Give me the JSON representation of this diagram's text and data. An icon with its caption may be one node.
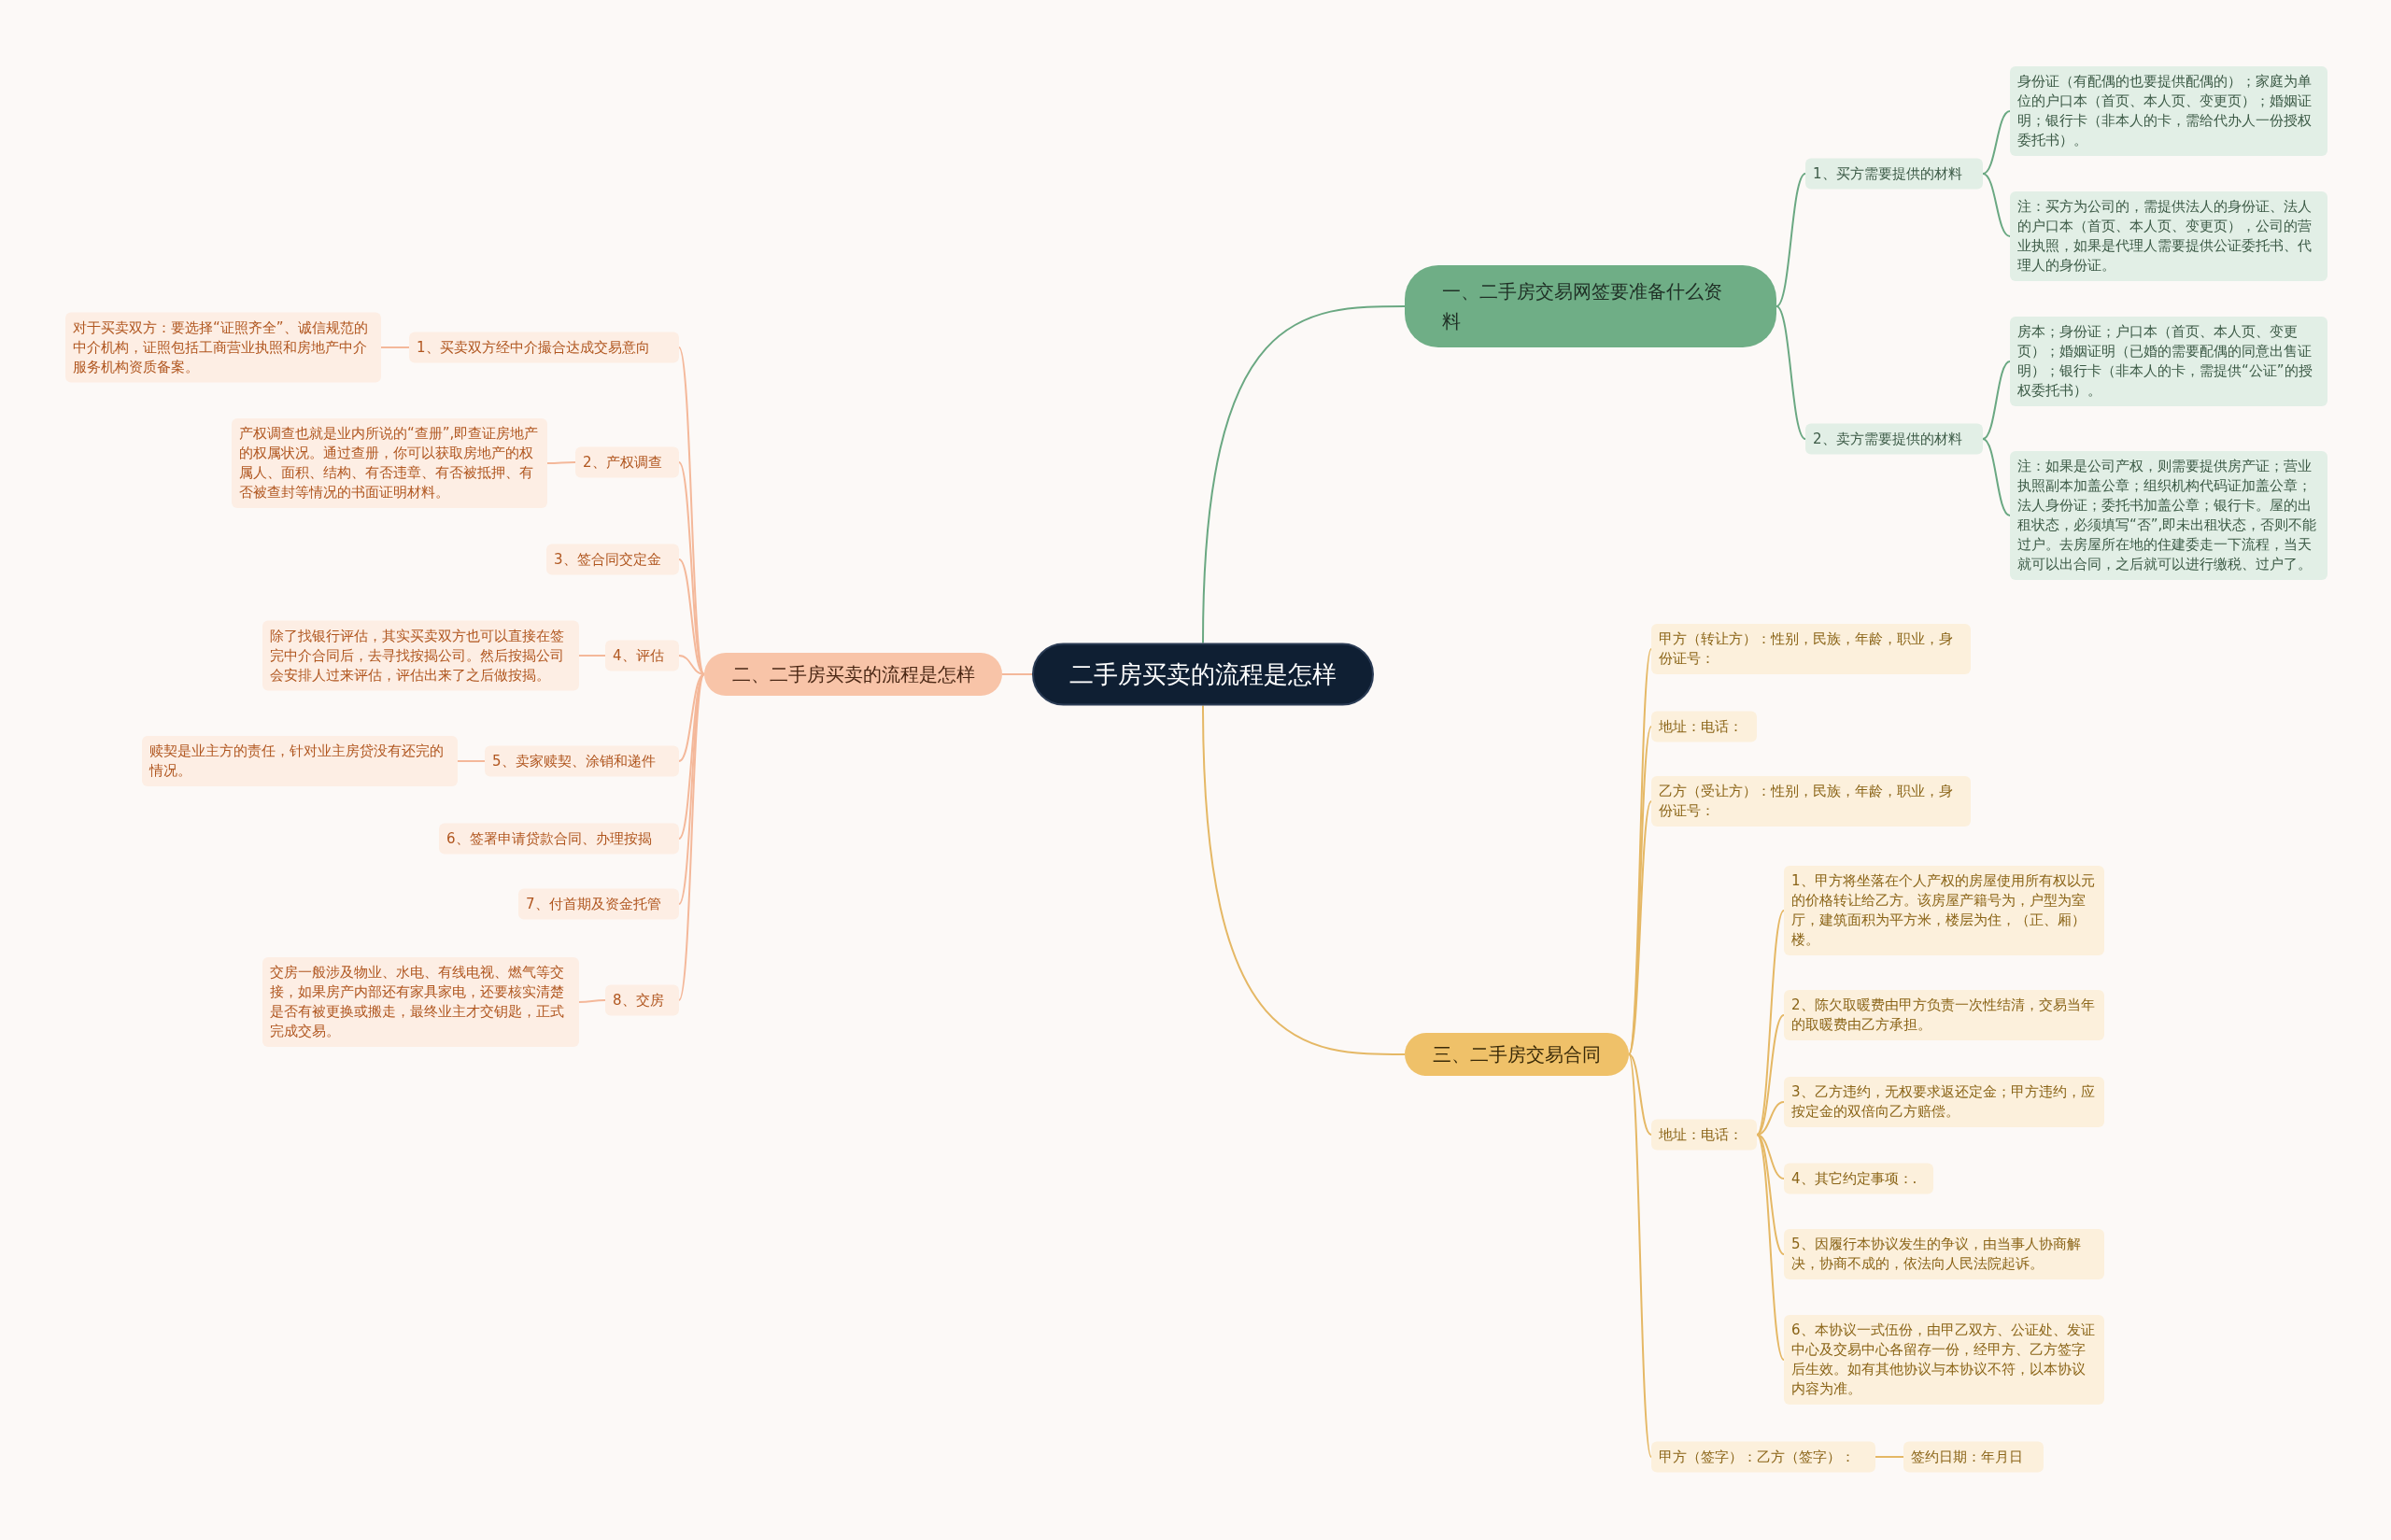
{
  "diagram": {
    "nodes": [
      {
        "text": [
          "二手房买卖的流程是怎样"
        ]
      },
      {
        "text": [
          "一、二手房交易网签要准备什么资料"
        ]
      },
      {
        "text": [
          "1、买方需要提供的材料"
        ]
      },
      {
        "text": [
          "身份证（有配偶的也要提供配偶的）；家庭为单位的户口本（首页、本人页、变更页）；婚姻证明；银行卡（非本人的卡，需给代办人一份授权委托书）。"
        ]
      },
      {
        "text": [
          "注：买方为公司的，需提供法人的身份证、法人的户口本（首页、本人页、变更页），公司的营业执照，如果是代理人需要提供公证委托书、代理人的身份证。"
        ]
      },
      {
        "text": [
          "2、卖方需要提供的材料"
        ]
      },
      {
        "text": [
          "房本；身份证；户口本（首页、本人页、变更页）；婚姻证明（已婚的需要配偶的同意出售证明）；银行卡（非本人的卡，需提供“公证”的授权委托书）。"
        ]
      },
      {
        "text": [
          "注：如果是公司产权，则需要提供房产证；营业执照副本加盖公章；组织机构代码证加盖公章；法人身份证；委托书加盖公章；银行卡。屋的出租状态，必须填写“否”,即未出租状态，否则不能过户。去房屋所在地的住建委走一下流程，当天就可以出合同，之后就可以进行缴税、过户了。"
        ]
      },
      {
        "text": [
          "二、二手房买卖的流程是怎样"
        ]
      },
      {
        "text": [
          "1、买卖双方经中介撮合达成交易意向"
        ]
      },
      {
        "text": [
          "对于买卖双方：要选择“证照齐全”、诚信规范的中介机构，证照包括工商营业执照和房地产中介服务机构资质备案。"
        ]
      },
      {
        "text": [
          "2、产权调查"
        ]
      },
      {
        "text": [
          "产权调查也就是业内所说的“查册”,即查证房地产的权属状况。通过查册，你可以获取房地产的权属人、面积、结构、有否违章、有否被抵押、有否被查封等情况的书面证明材料。"
        ]
      },
      {
        "text": [
          "3、签合同交定金"
        ]
      },
      {
        "text": [
          "4、评估"
        ]
      },
      {
        "text": [
          "除了找银行评估，其实买卖双方也可以直接在签完中介合同后，去寻找按揭公司。然后按揭公司会安排人过来评估，评估出来了之后做按揭。"
        ]
      },
      {
        "text": [
          "5、卖家赎契、涂销和递件"
        ]
      },
      {
        "text": [
          "赎契是业主方的责任，针对业主房贷没有还完的情况。"
        ]
      },
      {
        "text": [
          "6、签署申请贷款合同、办理按揭"
        ]
      },
      {
        "text": [
          "7、付首期及资金托管"
        ]
      },
      {
        "text": [
          "8、交房"
        ]
      },
      {
        "text": [
          "交房一般涉及物业、水电、有线电视、燃气等交接，如果房产内部还有家具家电，还要核实清楚是否有被更换或搬走，最终业主才交钥匙，正式完成交易。"
        ]
      },
      {
        "text": [
          "三、二手房交易合同"
        ]
      },
      {
        "text": [
          "甲方（转让方）：性别，民族，年龄，职业，身份证号："
        ]
      },
      {
        "text": [
          "地址：电话："
        ]
      },
      {
        "text": [
          "乙方（受让方）：性别，民族，年龄，职业，身份证号："
        ]
      },
      {
        "text": [
          "地址：电话："
        ]
      },
      {
        "text": [
          "1、甲方将坐落在个人产权的房屋使用所有权以元的价格转让给乙方。该房屋产籍号为，户型为室厅，建筑面积为平方米，楼层为住，（正、厢）楼。"
        ]
      },
      {
        "text": [
          "2、陈欠取暖费由甲方负责一次性结清，交易当年的取暖费由乙方承担。"
        ]
      },
      {
        "text": [
          "3、乙方违约，无权要求返还定金；甲方违约，应按定金的双倍向乙方赔偿。"
        ]
      },
      {
        "text": [
          "4、其它约定事项：."
        ]
      },
      {
        "text": [
          "5、因履行本协议发生的争议，由当事人协商解决，协商不成的，依法向人民法院起诉。"
        ]
      },
      {
        "text": [
          "6、本协议一式伍份，由甲乙双方、公证处、发证中心及交易中心各留存一份，经甲方、乙方签字后生效。如有其他协议与本协议不符，以本协议内容为准。"
        ]
      },
      {
        "text": [
          "甲方（签字）：乙方（签字）："
        ]
      },
      {
        "text": [
          "签约日期：年月日"
        ]
      }
    ],
    "edges": [
      {
        "from": 0,
        "to": 1,
        "arrow": "none",
        "color": "#6aa882"
      },
      {
        "from": 0,
        "to": 8,
        "arrow": "none",
        "color": "#f4b89a"
      },
      {
        "from": 0,
        "to": 22,
        "arrow": "none",
        "color": "#e5b865"
      },
      {
        "from": 1,
        "to": 2,
        "arrow": "none",
        "color": "#6aa882"
      },
      {
        "from": 2,
        "to": 3,
        "arrow": "none",
        "color": "#6aa882"
      },
      {
        "from": 2,
        "to": 4,
        "arrow": "none",
        "color": "#6aa882"
      },
      {
        "from": 1,
        "to": 5,
        "arrow": "none",
        "color": "#6aa882"
      },
      {
        "from": 5,
        "to": 6,
        "arrow": "none",
        "color": "#6aa882"
      },
      {
        "from": 5,
        "to": 7,
        "arrow": "none",
        "color": "#6aa882"
      },
      {
        "from": 8,
        "to": 9,
        "arrow": "none",
        "color": "#f4b89a"
      },
      {
        "from": 9,
        "to": 10,
        "arrow": "none",
        "color": "#f4b89a"
      },
      {
        "from": 8,
        "to": 11,
        "arrow": "none",
        "color": "#f4b89a"
      },
      {
        "from": 11,
        "to": 12,
        "arrow": "none",
        "color": "#f4b89a"
      },
      {
        "from": 8,
        "to": 13,
        "arrow": "none",
        "color": "#f4b89a"
      },
      {
        "from": 8,
        "to": 14,
        "arrow": "none",
        "color": "#f4b89a"
      },
      {
        "from": 14,
        "to": 15,
        "arrow": "none",
        "color": "#f4b89a"
      },
      {
        "from": 8,
        "to": 16,
        "arrow": "none",
        "color": "#f4b89a"
      },
      {
        "from": 16,
        "to": 17,
        "arrow": "none",
        "color": "#f4b89a"
      },
      {
        "from": 8,
        "to": 18,
        "arrow": "none",
        "color": "#f4b89a"
      },
      {
        "from": 8,
        "to": 19,
        "arrow": "none",
        "color": "#f4b89a"
      },
      {
        "from": 8,
        "to": 20,
        "arrow": "none",
        "color": "#f4b89a"
      },
      {
        "from": 20,
        "to": 21,
        "arrow": "none",
        "color": "#f4b89a"
      },
      {
        "from": 22,
        "to": 23,
        "arrow": "none",
        "color": "#e5b865"
      },
      {
        "from": 22,
        "to": 24,
        "arrow": "none",
        "color": "#e5b865"
      },
      {
        "from": 22,
        "to": 25,
        "arrow": "none",
        "color": "#e5b865"
      },
      {
        "from": 22,
        "to": 26,
        "arrow": "none",
        "color": "#e5b865"
      },
      {
        "from": 26,
        "to": 27,
        "arrow": "none",
        "color": "#e5b865"
      },
      {
        "from": 26,
        "to": 28,
        "arrow": "none",
        "color": "#e5b865"
      },
      {
        "from": 26,
        "to": 29,
        "arrow": "none",
        "color": "#e5b865"
      },
      {
        "from": 26,
        "to": 30,
        "arrow": "none",
        "color": "#e5b865"
      },
      {
        "from": 26,
        "to": 31,
        "arrow": "none",
        "color": "#e5b865"
      },
      {
        "from": 26,
        "to": 32,
        "arrow": "none",
        "color": "#e5b865"
      },
      {
        "from": 22,
        "to": 33,
        "arrow": "none",
        "color": "#e5b865"
      },
      {
        "from": 33,
        "to": 34,
        "arrow": "none",
        "color": "#e5b865"
      }
    ]
  }
}
